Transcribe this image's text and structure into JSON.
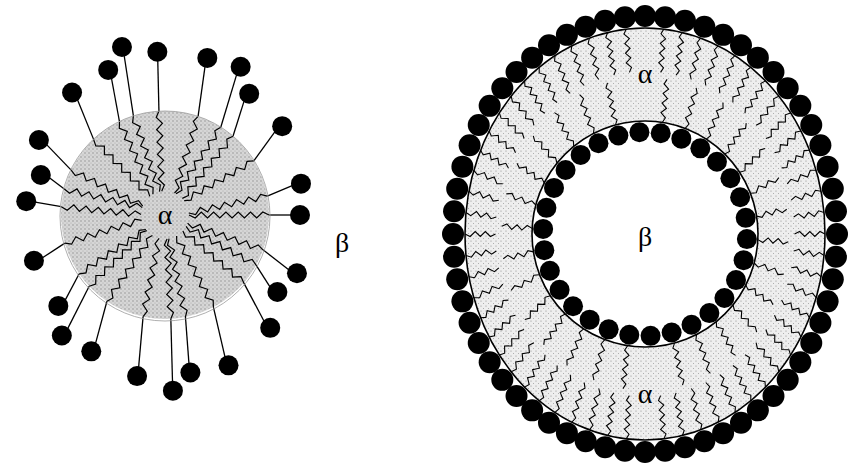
{
  "diagram": {
    "nodes": [
      {
        "text": [
          "α"
        ]
      },
      {
        "text": [
          "α",
          "α"
        ]
      },
      {
        "text": [
          "β"
        ],
        "in": 1
      }
    ],
    "labels": [
      "β"
    ]
  }
}
